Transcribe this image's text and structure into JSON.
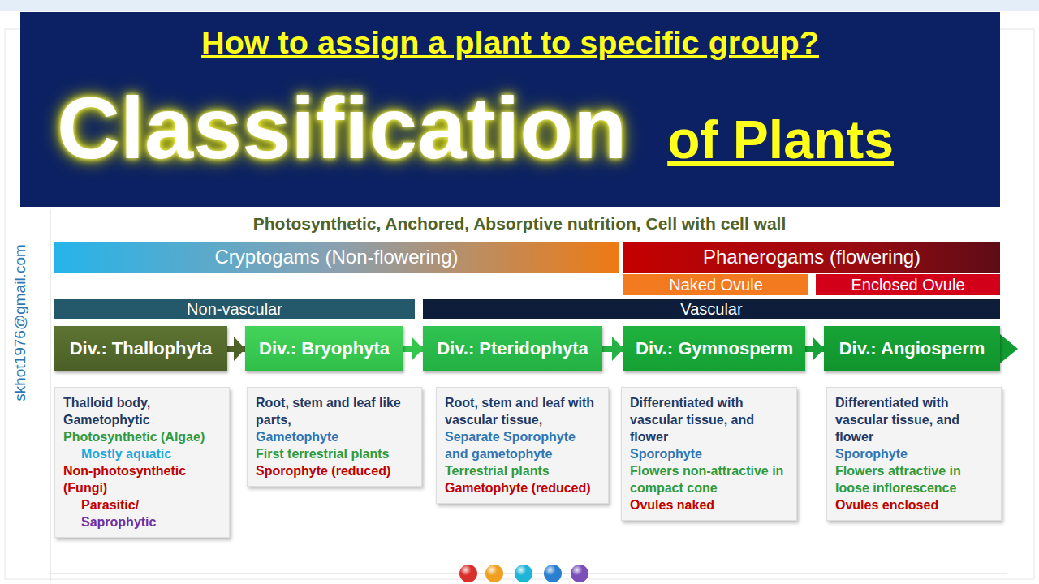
{
  "diagram": {
    "nodes": [
      {
        "text": [
          "How to assign a plant to specific group?",
          "Classification",
          "of Plants"
        ]
      },
      {
        "text": [
          "Cryptogams (Non-flowering)"
        ]
      },
      {
        "text": [
          "Phanerogams (flowering)"
        ]
      },
      {
        "text": [
          "Naked Ovule"
        ]
      },
      {
        "text": [
          "Enclosed Ovule"
        ]
      },
      {
        "text": [
          "Non-vascular"
        ]
      },
      {
        "text": [
          "Vascular"
        ]
      },
      {
        "text": [
          "Div.: Thallophyta"
        ]
      },
      {
        "text": [
          "Div.: Bryophyta"
        ]
      },
      {
        "text": [
          "Div.: Pteridophyta"
        ]
      },
      {
        "text": [
          "Div.: Gymnosperm"
        ]
      },
      {
        "text": [
          "Div.: Angiosperm"
        ]
      },
      {
        "text": [
          "Thalloid body, Gametophytic",
          "Photosynthetic (Algae)",
          "Mostly aquatic",
          "Non-photosynthetic (Fungi)",
          "Parasitic/",
          "Saprophytic"
        ]
      },
      {
        "text": [
          "Root, stem and leaf like parts,",
          "Gametophyte",
          "First terrestrial plants",
          "Sporophyte (reduced)"
        ]
      },
      {
        "text": [
          "Root, stem and leaf with vascular tissue,",
          "Separate Sporophyte and gametophyte",
          "Terrestrial plants",
          "Gametophyte (reduced)"
        ]
      },
      {
        "text": [
          "Differentiated with vascular tissue, and flower",
          "Sporophyte",
          "Flowers non-attractive in compact cone",
          "Ovules naked"
        ]
      },
      {
        "text": [
          "Differentiated with vascular tissue, and flower",
          "Sporophyte",
          "Flowers attractive in loose inflorescence",
          "Ovules enclosed"
        ]
      }
    ],
    "edges": [
      {
        "from": 7,
        "to": 8,
        "arrow": "to"
      },
      {
        "from": 8,
        "to": 9,
        "arrow": "to"
      },
      {
        "from": 9,
        "to": 10,
        "arrow": "to"
      },
      {
        "from": 10,
        "to": 11,
        "arrow": "to"
      }
    ],
    "labels": [
      "Photosynthetic, Anchored, Absorptive nutrition, Cell with cell wall",
      "skhot1976@gmail.com"
    ]
  }
}
